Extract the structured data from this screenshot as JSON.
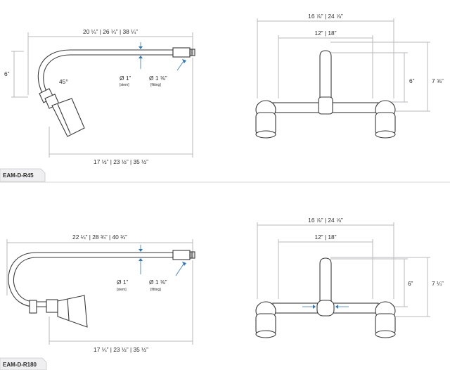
{
  "section_top": {
    "model": "EAM-D-R45",
    "left": {
      "top_width": "20 ¼” | 26 ¼” | 38 ¼”",
      "height": "6”",
      "angle": "45°",
      "stem_dia": "Ø 1”",
      "stem_note": "[stem]",
      "fitting_dia": "Ø 1 ⅜”",
      "fitting_note": "[fitting]",
      "bottom_width": "17 ½” | 23 ½” | 35 ½”"
    },
    "right": {
      "outer_width": "16 ⅞” | 24 ⅞”",
      "inner_width": "12” | 18”",
      "riser_height": "6”",
      "total_height": "7 ⅝”"
    }
  },
  "section_bottom": {
    "model": "EAM-D-R180",
    "left": {
      "top_width": "22 ¼” | 28 ¾” | 40 ¾”",
      "stem_dia": "Ø 1”",
      "stem_note": "[stem]",
      "fitting_dia": "Ø 1 ⅜”",
      "fitting_note": "[fitting]",
      "bottom_width": "17 ¼” | 23 ½” | 35 ½”"
    },
    "right": {
      "outer_width": "16 ⅞” | 24 ⅞”",
      "inner_width": "12” | 18”",
      "riser_height": "6”",
      "total_height": "7 ¼”"
    }
  }
}
